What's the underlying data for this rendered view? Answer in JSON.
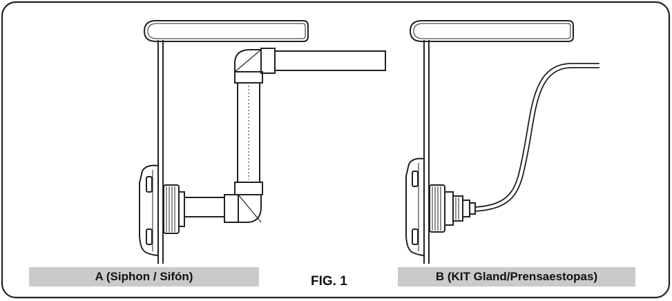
{
  "figure": {
    "title": "FIG. 1",
    "panels": [
      {
        "id": "A",
        "label": "A (Siphon / Sifón)"
      },
      {
        "id": "B",
        "label": "B (KIT Gland/Prensaestopas)"
      }
    ]
  },
  "colors": {
    "line": "#231f20",
    "label_bg": "#c9cacc",
    "frame": "#231f20"
  }
}
